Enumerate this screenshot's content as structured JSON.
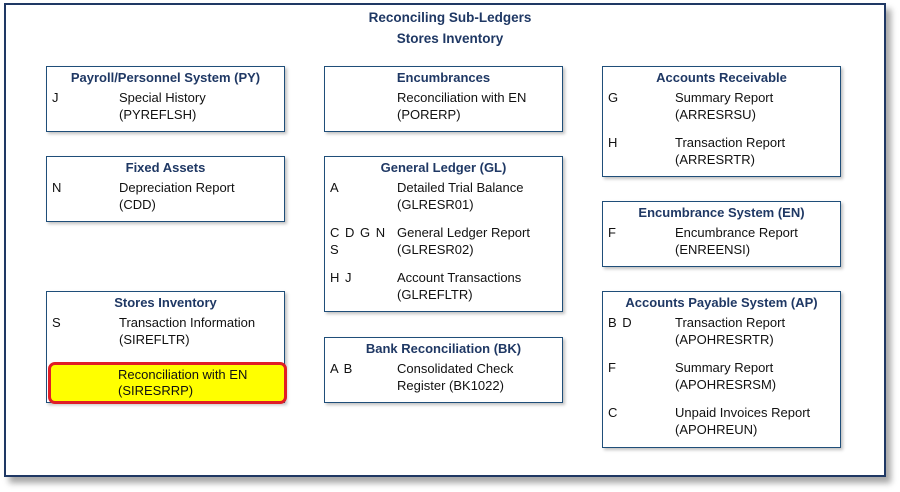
{
  "header": {
    "title": "Reconciling Sub-Ledgers",
    "subtitle": "Stores Inventory"
  },
  "boxes": {
    "payroll": {
      "title": "Payroll/Personnel System (PY)",
      "entries": [
        {
          "codes": "J",
          "line1": "Special History",
          "line2": "(PYREFLSH)"
        }
      ]
    },
    "fixed_assets": {
      "title": "Fixed Assets",
      "entries": [
        {
          "codes": "N",
          "line1": "Depreciation Report",
          "line2": "(CDD)"
        }
      ]
    },
    "stores": {
      "title": "Stores Inventory",
      "entries": [
        {
          "codes": "S",
          "line1": "Transaction Information",
          "line2": "(SIREFLTR)"
        },
        {
          "codes": "",
          "line1": "Reconciliation with EN",
          "line2": "(SIRESRRP)",
          "highlighted": true
        }
      ]
    },
    "encumbrances": {
      "title": "Encumbrances",
      "entries": [
        {
          "codes": "",
          "line1": "Reconciliation with EN",
          "line2": "(PORERP)"
        }
      ]
    },
    "general_ledger": {
      "title": "General Ledger (GL)",
      "entries": [
        {
          "codes": "A",
          "line1": "Detailed Trial Balance",
          "line2": "(GLRESR01)"
        },
        {
          "codes": "C D G N S",
          "line1": "General Ledger Report",
          "line2": "(GLRESR02)"
        },
        {
          "codes": "H J",
          "line1": "Account Transactions",
          "line2": "(GLREFLTR)"
        }
      ]
    },
    "bank": {
      "title": "Bank Reconciliation (BK)",
      "entries": [
        {
          "codes": "A B",
          "line1": "Consolidated Check",
          "line2": "Register (BK1022)"
        }
      ]
    },
    "receivable": {
      "title": "Accounts Receivable",
      "entries": [
        {
          "codes": "G",
          "line1": "Summary Report",
          "line2": "(ARRESRSU)"
        },
        {
          "codes": "H",
          "line1": "Transaction Report",
          "line2": "(ARRESRTR)"
        }
      ]
    },
    "encumbrance_system": {
      "title": "Encumbrance System (EN)",
      "entries": [
        {
          "codes": "F",
          "line1": "Encumbrance Report",
          "line2": "(ENREENSI)"
        }
      ]
    },
    "payable": {
      "title": "Accounts Payable System (AP)",
      "entries": [
        {
          "codes": "B D",
          "line1": "Transaction Report",
          "line2": "(APOHRESRTR)"
        },
        {
          "codes": "F",
          "line1": "Summary Report",
          "line2": "(APOHRESRSM)"
        },
        {
          "codes": "C",
          "line1": "Unpaid Invoices Report",
          "line2": "(APOHREUN)"
        }
      ]
    }
  },
  "colors": {
    "title": "#1f3864",
    "border": "#1f4e79",
    "highlight_fill": "#ffff00",
    "highlight_border": "#e01e26"
  }
}
